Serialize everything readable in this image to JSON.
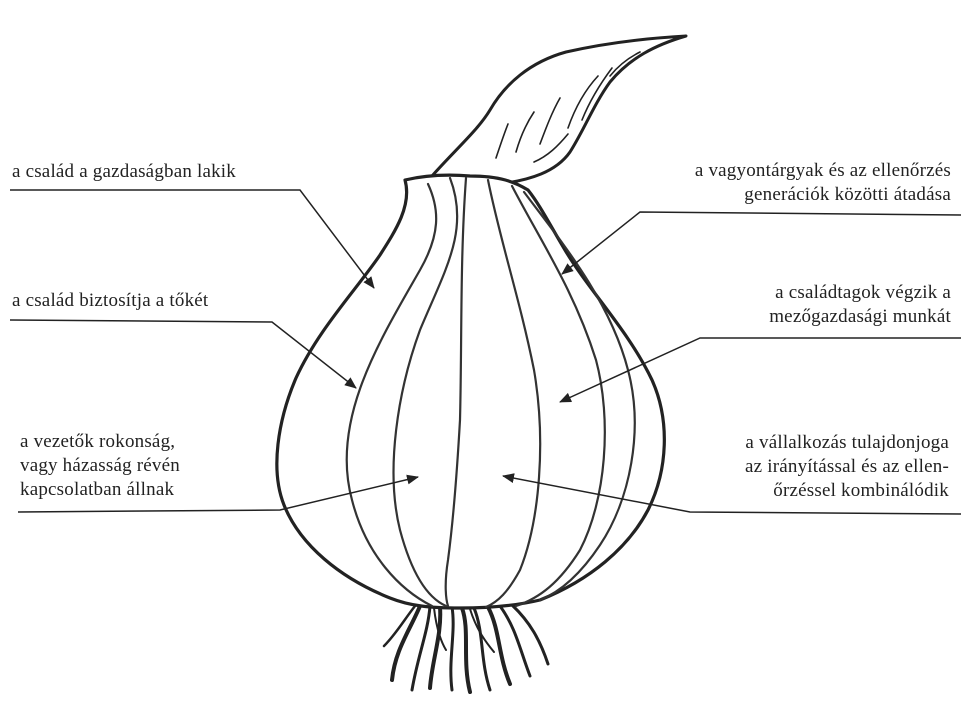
{
  "labels": {
    "top_left": [
      "a család a gazdaságban lakik"
    ],
    "middle_left": [
      "a család biztosítja a tőkét"
    ],
    "bottom_left": [
      "a vezetők rokonság,",
      "vagy házasság révén",
      "kapcsolatban állnak"
    ],
    "top_right": [
      "a vagyontárgyak és az ellenőrzés",
      "generációk közötti átadása"
    ],
    "middle_right": [
      "a családtagok végzik a",
      "mezőgazdasági munkát"
    ],
    "bottom_right": [
      "a vállalkozás tulajdonjoga",
      "az irányítással és az ellen-",
      "őrzéssel kombinálódik"
    ]
  },
  "colors": {
    "ink": "#222222",
    "background": "#ffffff"
  },
  "icons": {
    "central_figure": "onion-bulb-icon",
    "pointer": "arrow-icon"
  }
}
